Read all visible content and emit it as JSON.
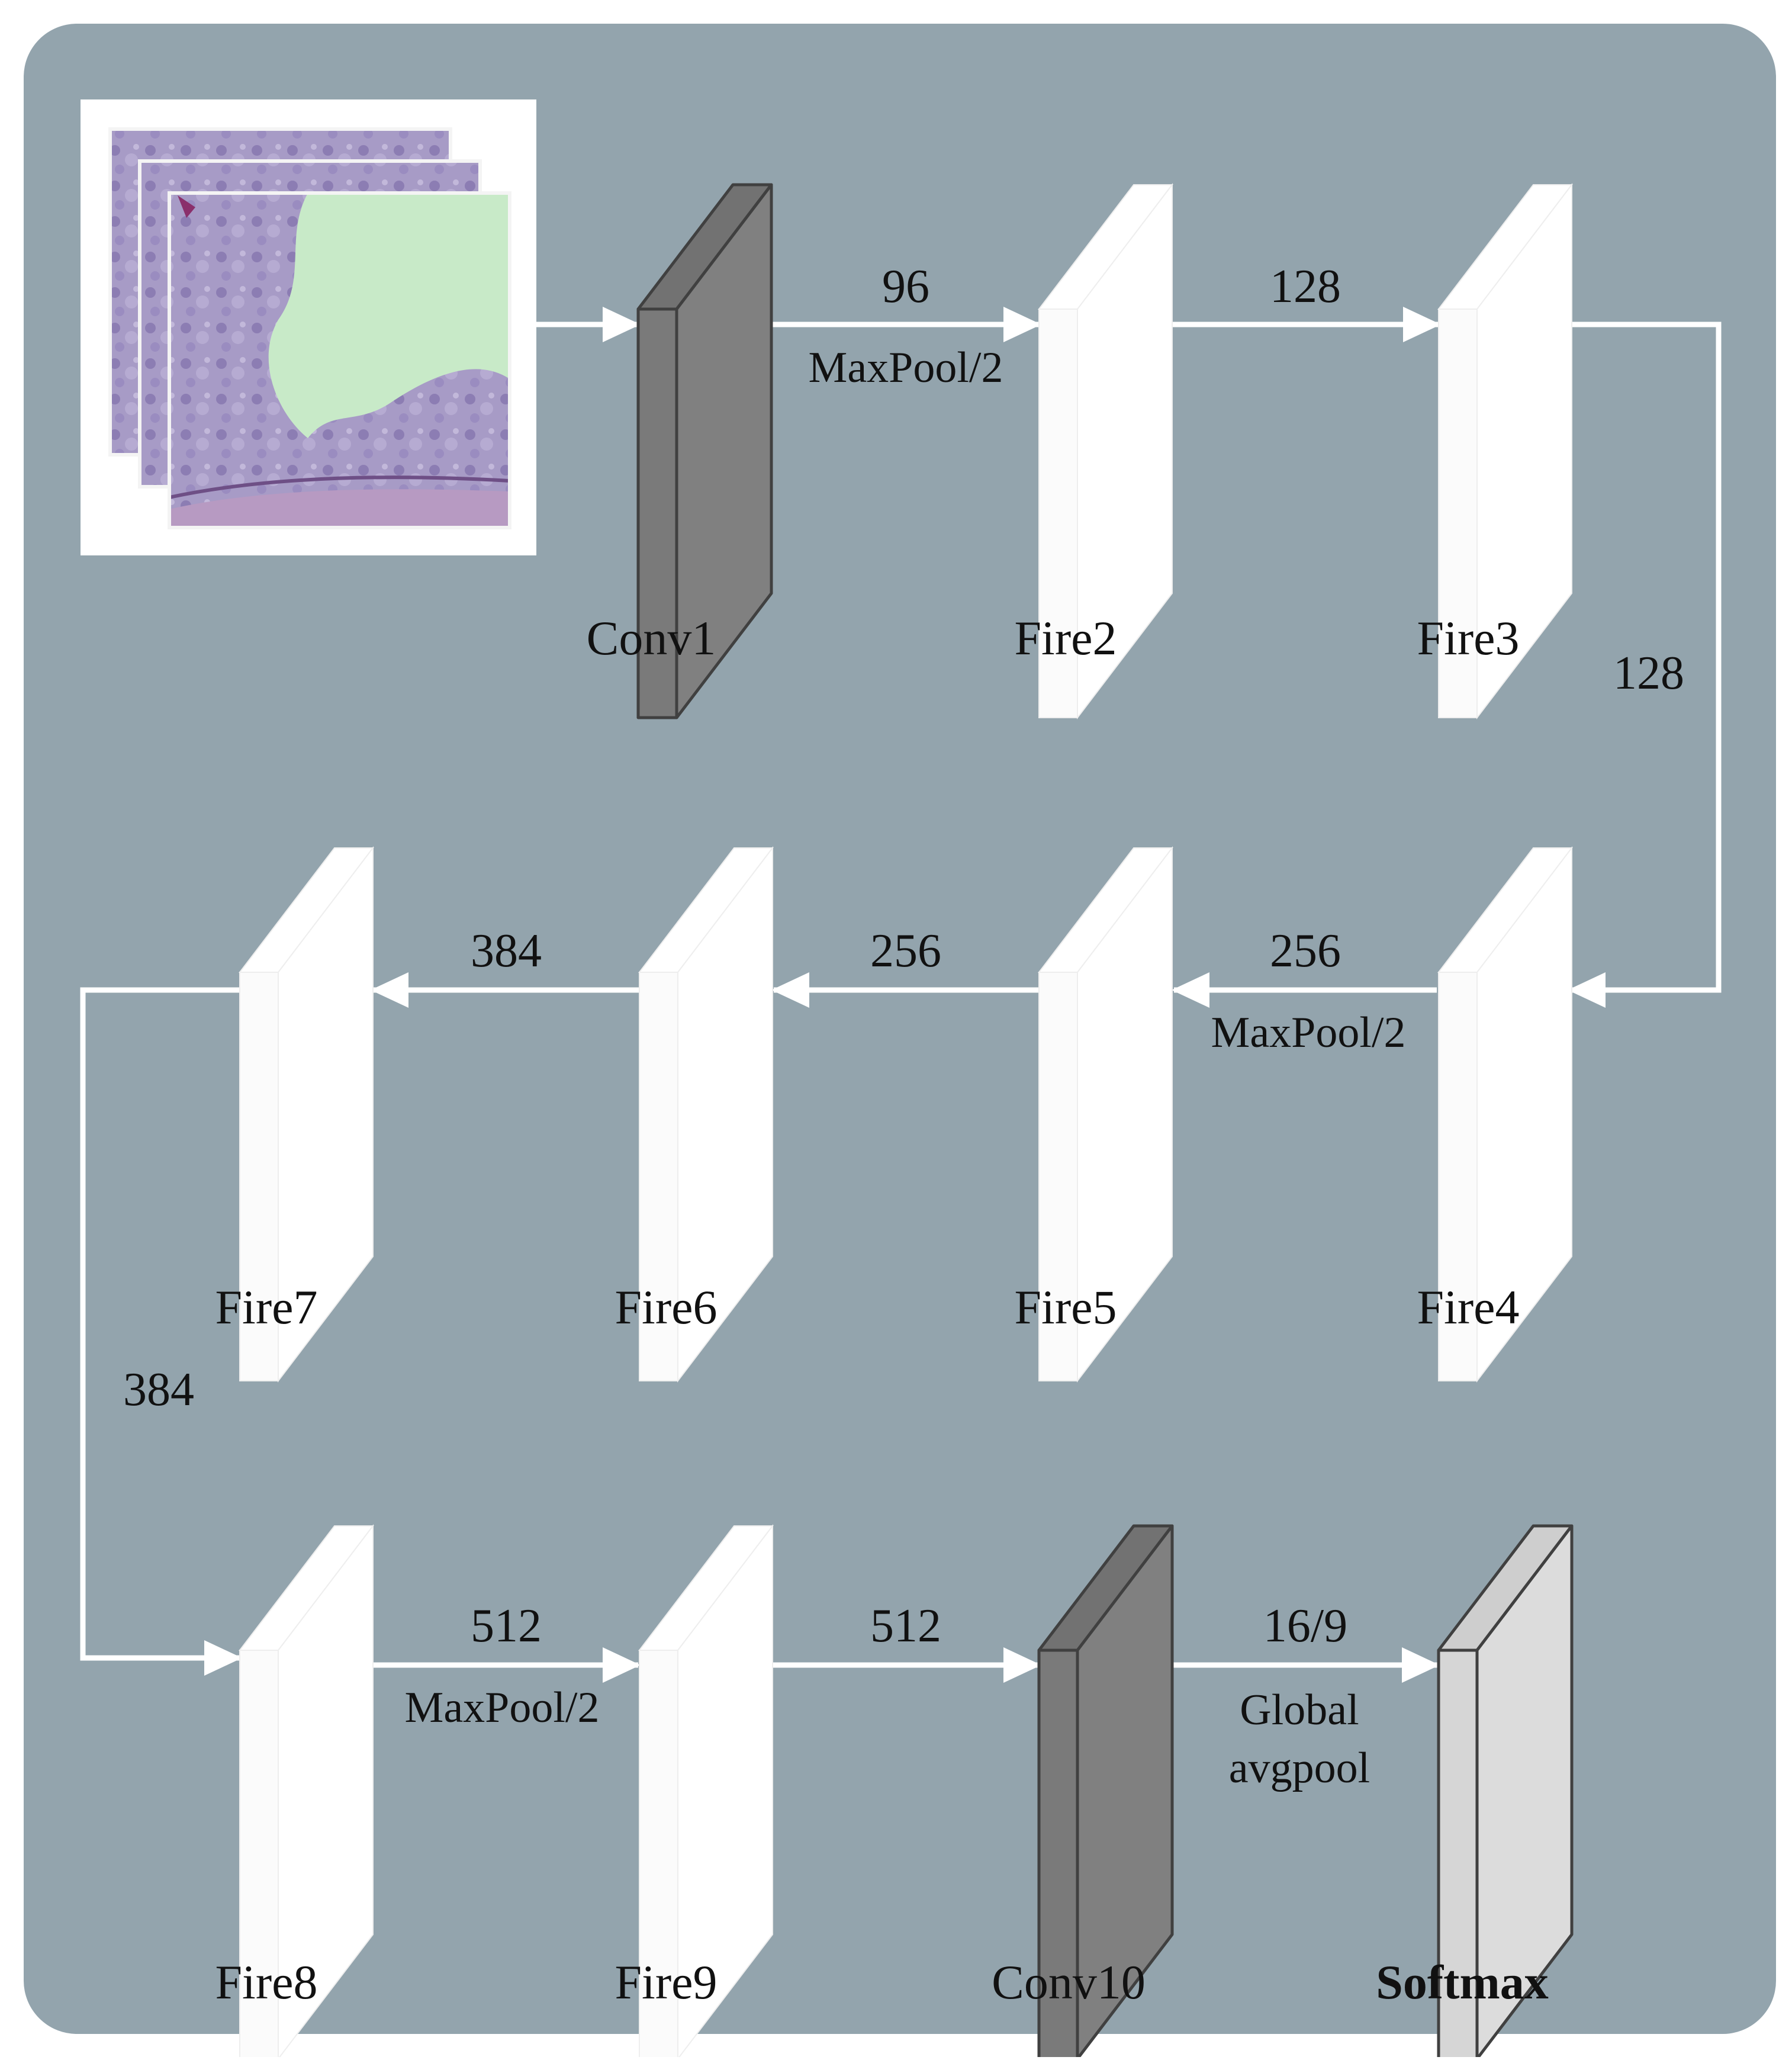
{
  "diagram": {
    "colors": {
      "panel": "#93a4ad",
      "arrow": "#ffffff",
      "layer_white": "#ffffff",
      "layer_dark": "#808080",
      "layer_light": "#dcdcdc",
      "edge": "#404040"
    },
    "input": {
      "icon": "histology-image-stack-icon"
    },
    "layers": {
      "conv1": "Conv1",
      "fire2": "Fire2",
      "fire3": "Fire3",
      "fire4": "Fire4",
      "fire5": "Fire5",
      "fire6": "Fire6",
      "fire7": "Fire7",
      "fire8": "Fire8",
      "fire9": "Fire9",
      "conv10": "Conv10",
      "softmax": "Softmax"
    },
    "edges": {
      "conv1_fire2": {
        "value": "96",
        "note": "MaxPool/2"
      },
      "fire2_fire3": {
        "value": "128"
      },
      "fire3_fire4": {
        "value": "128"
      },
      "fire4_fire5": {
        "value": "256",
        "note": "MaxPool/2"
      },
      "fire5_fire6": {
        "value": "256"
      },
      "fire6_fire7": {
        "value": "384"
      },
      "fire7_fire8": {
        "value": "384"
      },
      "fire8_fire9": {
        "value": "512",
        "note": "MaxPool/2"
      },
      "fire9_conv10": {
        "value": "512"
      },
      "conv10_softmax": {
        "value": "16/9",
        "note_line1": "Global",
        "note_line2": "avgpool"
      }
    }
  }
}
